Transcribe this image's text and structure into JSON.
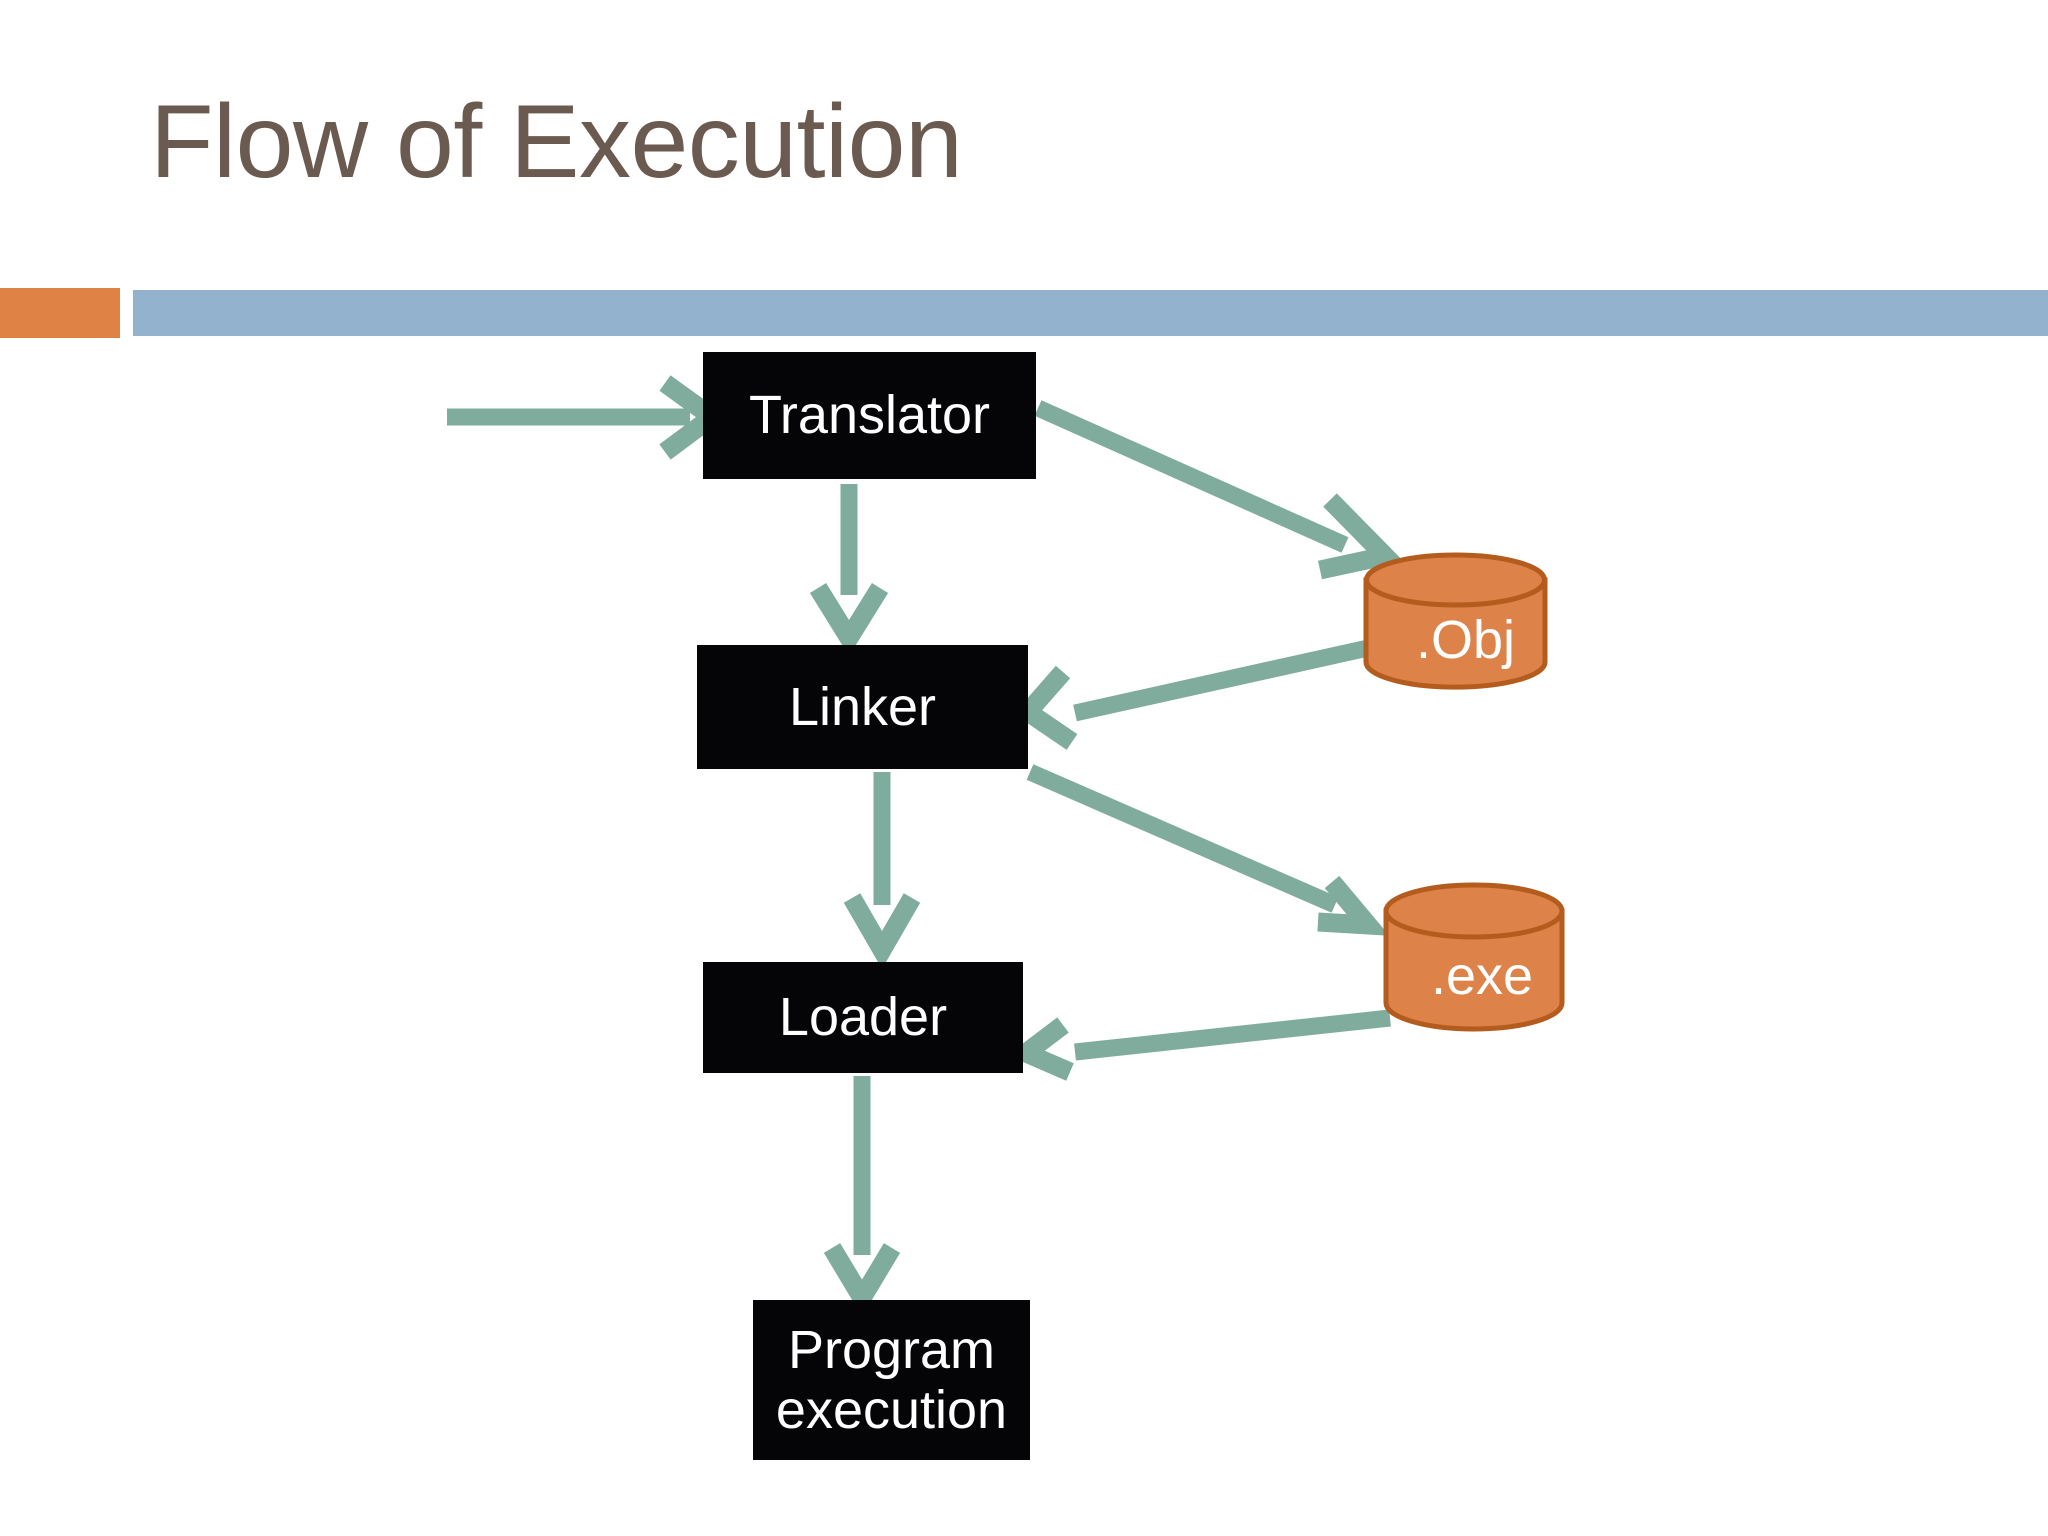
{
  "slide": {
    "title": "Flow of Execution",
    "title_color": "#6B5A50",
    "background_color": "#FFFFFF"
  },
  "accent_bar": {
    "orange_color": "#DE8345",
    "blue_color": "#92B2CE"
  },
  "palette": {
    "arrow_color": "#7FAC9D",
    "box_fill": "#050507",
    "box_text": "#FFFFFF",
    "cylinder_fill": "#DD8248",
    "cylinder_stroke": "#B35C1E",
    "cylinder_text": "#FFFFFF"
  },
  "diagram": {
    "type": "flowchart",
    "process_boxes": [
      {
        "id": "translator",
        "label": "Translator"
      },
      {
        "id": "linker",
        "label": "Linker"
      },
      {
        "id": "loader",
        "label": "Loader"
      },
      {
        "id": "program",
        "label": "Program\nexecution",
        "line1": "Program",
        "line2": "execution"
      }
    ],
    "data_stores": [
      {
        "id": "obj",
        "label": ".Obj",
        "shape": "cylinder"
      },
      {
        "id": "exe",
        "label": ".exe",
        "shape": "cylinder"
      }
    ],
    "edges": [
      {
        "from": "source",
        "to": "translator",
        "style": "open-arrow"
      },
      {
        "from": "translator",
        "to": "obj",
        "style": "open-arrow"
      },
      {
        "from": "translator",
        "to": "linker",
        "style": "open-arrow"
      },
      {
        "from": "obj",
        "to": "linker",
        "style": "open-arrow"
      },
      {
        "from": "linker",
        "to": "exe",
        "style": "open-arrow"
      },
      {
        "from": "linker",
        "to": "loader",
        "style": "open-arrow"
      },
      {
        "from": "exe",
        "to": "loader",
        "style": "open-arrow"
      },
      {
        "from": "loader",
        "to": "program",
        "style": "open-arrow"
      }
    ]
  }
}
